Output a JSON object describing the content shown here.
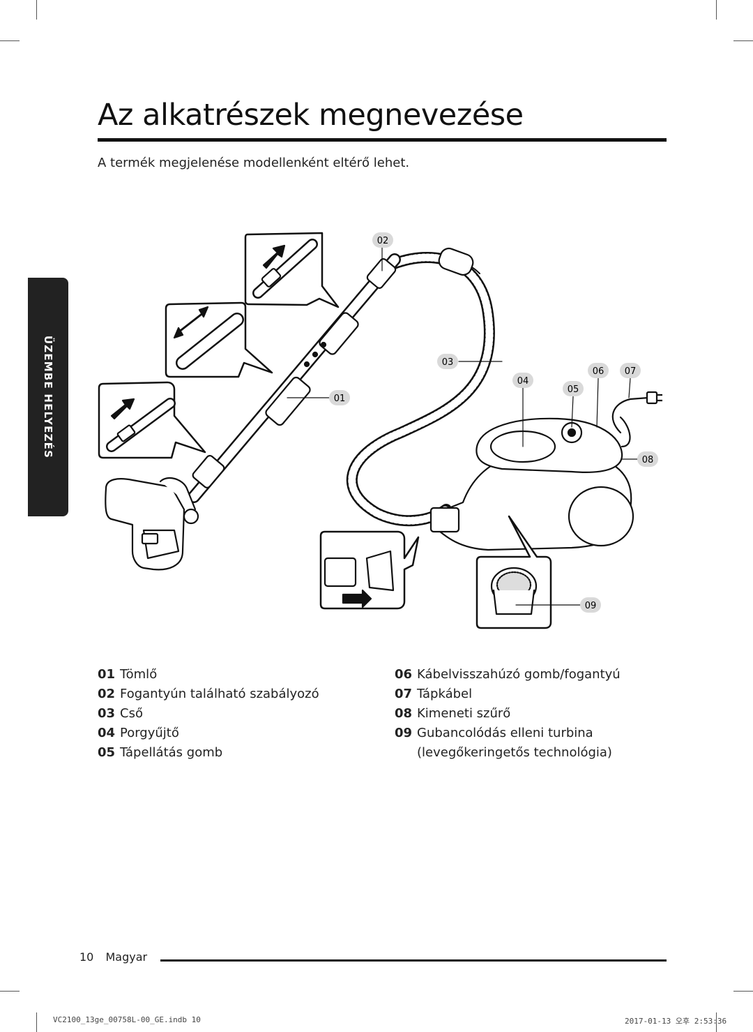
{
  "page": {
    "title": "Az alkatrészek megnevezése",
    "subtitle": "A termék megjelenése modellenként eltérő lehet.",
    "side_tab": "ÜZEMBE HELYEZÉS"
  },
  "callouts": [
    "02",
    "03",
    "04",
    "05",
    "06",
    "07",
    "01",
    "08",
    "09"
  ],
  "parts_left": [
    {
      "num": "01",
      "text": "Tömlő"
    },
    {
      "num": "02",
      "text": "Fogantyún található szabályozó"
    },
    {
      "num": "03",
      "text": "Cső"
    },
    {
      "num": "04",
      "text": "Porgyűjtő"
    },
    {
      "num": "05",
      "text": "Tápellátás gomb"
    }
  ],
  "parts_right": [
    {
      "num": "06",
      "text": "Kábelvisszahúzó gomb/fogantyú"
    },
    {
      "num": "07",
      "text": "Tápkábel"
    },
    {
      "num": "08",
      "text": "Kimeneti szűrő"
    },
    {
      "num": "09",
      "text": "Gubancolódás elleni turbina\n(levegőkeringetős technológia)"
    }
  ],
  "footer": {
    "page_number": "10",
    "language": "Magyar",
    "file_info": "VC2100_13ge_00758L-00_GE.indb   10",
    "date_info": "2017-01-13   오후 2:53:36"
  },
  "colors": {
    "text": "#1a1a1a",
    "tab": "#222222",
    "badge": "#d9d9d9"
  }
}
